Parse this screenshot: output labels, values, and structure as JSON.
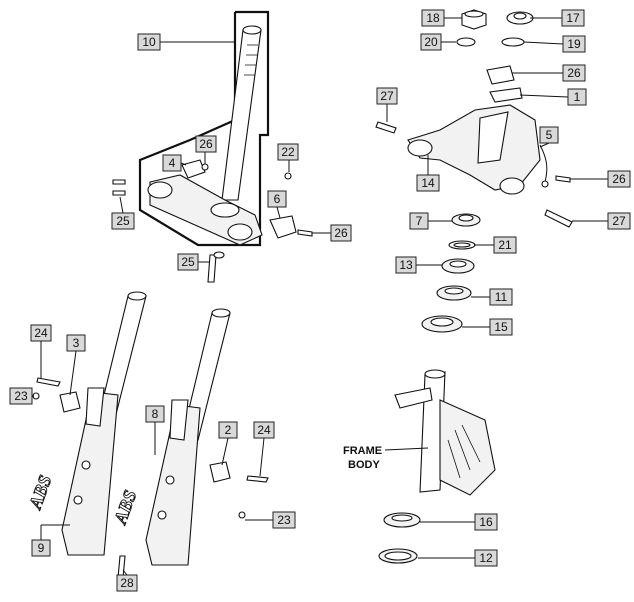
{
  "diagram": {
    "callouts": [
      {
        "id": "c10",
        "text": "10"
      },
      {
        "id": "c26a",
        "text": "26"
      },
      {
        "id": "c4",
        "text": "4"
      },
      {
        "id": "c22",
        "text": "22"
      },
      {
        "id": "c25a",
        "text": "25"
      },
      {
        "id": "c6",
        "text": "6"
      },
      {
        "id": "c26b",
        "text": "26"
      },
      {
        "id": "c25b",
        "text": "25"
      },
      {
        "id": "c18",
        "text": "18"
      },
      {
        "id": "c17",
        "text": "17"
      },
      {
        "id": "c20",
        "text": "20"
      },
      {
        "id": "c19",
        "text": "19"
      },
      {
        "id": "c26c",
        "text": "26"
      },
      {
        "id": "c1",
        "text": "1"
      },
      {
        "id": "c27a",
        "text": "27"
      },
      {
        "id": "c5",
        "text": "5"
      },
      {
        "id": "c14",
        "text": "14"
      },
      {
        "id": "c26d",
        "text": "26"
      },
      {
        "id": "c7",
        "text": "7"
      },
      {
        "id": "c27b",
        "text": "27"
      },
      {
        "id": "c21",
        "text": "21"
      },
      {
        "id": "c13",
        "text": "13"
      },
      {
        "id": "c11",
        "text": "11"
      },
      {
        "id": "c15",
        "text": "15"
      },
      {
        "id": "c24a",
        "text": "24"
      },
      {
        "id": "c3",
        "text": "3"
      },
      {
        "id": "c23a",
        "text": "23"
      },
      {
        "id": "c8",
        "text": "8"
      },
      {
        "id": "c2",
        "text": "2"
      },
      {
        "id": "c24b",
        "text": "24"
      },
      {
        "id": "c23b",
        "text": "23"
      },
      {
        "id": "c9",
        "text": "9"
      },
      {
        "id": "c28",
        "text": "28"
      },
      {
        "id": "c16",
        "text": "16"
      },
      {
        "id": "c12",
        "text": "12"
      }
    ],
    "frame_label": [
      "FRAME",
      "BODY"
    ],
    "fork_logo": "ABS"
  }
}
